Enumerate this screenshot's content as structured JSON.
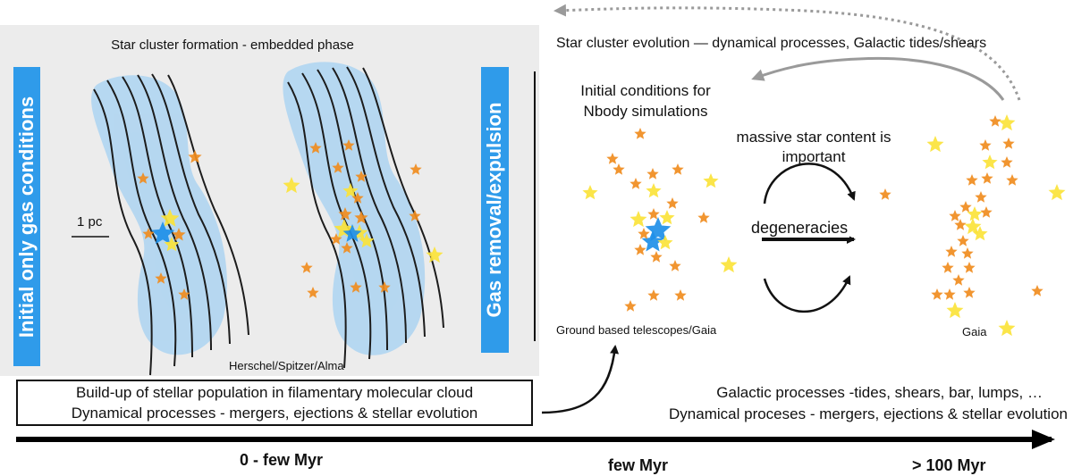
{
  "left_panel": {
    "title": "Star cluster formation - embedded phase",
    "left_bar_label": "Initial only gas conditions",
    "right_bar_label": "Gas removal/expulsion",
    "scale_label": "1 pc",
    "telescopes": "Herschel/Spitzer/Alma",
    "box_line1": "Build-up of stellar population in filamentary molecular cloud",
    "box_line2": "Dynamical processes - mergers, ejections & stellar evolution"
  },
  "right_panel": {
    "title": "Star cluster evolution — dynamical processes, Galactic tides/shears",
    "initial_line1": "Initial conditions for",
    "initial_line2": "Nbody simulations",
    "massive_line1": "massive star content is",
    "massive_line2": "important",
    "degeneracies": "degeneracies",
    "ground_label": "Ground based telescopes/Gaia",
    "gaia_label": "Gaia",
    "galactic_line1": "Galactic processes -tides, shears, bar,  lumps, …",
    "galactic_line2": "Dynamical proceses - mergers, ejections & stellar evolution"
  },
  "timeline": {
    "t1": "0 - few Myr",
    "t2": "few Myr",
    "t3": "> 100 Myr"
  },
  "colors": {
    "accent_blue": "#2f9bea",
    "cloud_blue": "#a9d3f2",
    "star_orange": "#f08c1e",
    "star_yellow": "#fbe33a",
    "star_blue": "#1e8fe8"
  }
}
